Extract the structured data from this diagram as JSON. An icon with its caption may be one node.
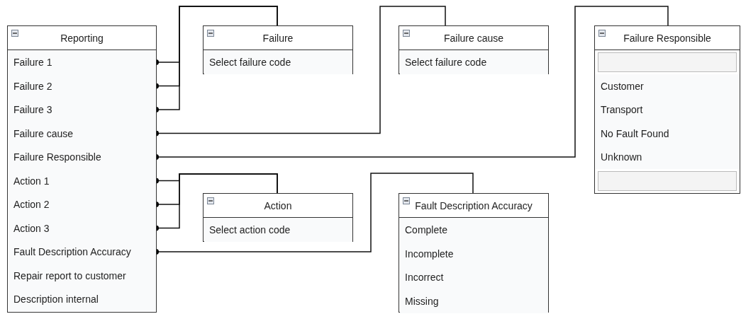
{
  "diagram": {
    "nodes": [
      {
        "text": [
          "Reporting"
        ]
      },
      {
        "text": [
          "Failure 1"
        ],
        "in": 0
      },
      {
        "text": [
          "Failure 2"
        ],
        "in": 0
      },
      {
        "text": [
          "Failure 3"
        ],
        "in": 0
      },
      {
        "text": [
          "Failure cause"
        ],
        "in": 0
      },
      {
        "text": [
          "Failure Responsible"
        ],
        "in": 0
      },
      {
        "text": [
          "Action 1"
        ],
        "in": 0
      },
      {
        "text": [
          "Action 2"
        ],
        "in": 0
      },
      {
        "text": [
          "Action 3"
        ],
        "in": 0
      },
      {
        "text": [
          "Fault Description Accuracy"
        ],
        "in": 0
      },
      {
        "text": [
          "Repair report to customer"
        ],
        "in": 0
      },
      {
        "text": [
          "Description internal"
        ],
        "in": 0
      },
      {
        "text": [
          "Failure"
        ]
      },
      {
        "text": [
          "Select failure code"
        ],
        "in": 12
      },
      {
        "text": [
          "Failure cause"
        ]
      },
      {
        "text": [
          "Select failure code"
        ],
        "in": 14
      },
      {
        "text": [
          "Failure Responsible"
        ]
      },
      {
        "text": [],
        "shape": "box",
        "in": 16
      },
      {
        "text": [
          "Customer"
        ],
        "in": 16
      },
      {
        "text": [
          "Transport"
        ],
        "in": 16
      },
      {
        "text": [
          "No Fault Found"
        ],
        "in": 16
      },
      {
        "text": [
          "Unknown"
        ],
        "in": 16
      },
      {
        "text": [],
        "shape": "box",
        "in": 16
      },
      {
        "text": [
          "Action"
        ]
      },
      {
        "text": [
          "Select action code"
        ],
        "in": 23
      },
      {
        "text": [
          "Fault Description Accuracy"
        ]
      },
      {
        "text": [
          "Complete"
        ],
        "in": 25
      },
      {
        "text": [
          "Incomplete"
        ],
        "in": 25
      },
      {
        "text": [
          "Incorrect"
        ],
        "in": 25
      },
      {
        "text": [
          "Missing"
        ],
        "in": 25
      }
    ],
    "edges": [
      {
        "from": 1,
        "to": 12,
        "arrow": "other"
      },
      {
        "from": 2,
        "to": 12,
        "arrow": "other"
      },
      {
        "from": 3,
        "to": 12,
        "arrow": "other"
      },
      {
        "from": 4,
        "to": 14,
        "arrow": "other"
      },
      {
        "from": 5,
        "to": 16,
        "arrow": "other"
      },
      {
        "from": 6,
        "to": 23,
        "arrow": "other"
      },
      {
        "from": 7,
        "to": 23,
        "arrow": "other"
      },
      {
        "from": 8,
        "to": 23,
        "arrow": "other"
      },
      {
        "from": 9,
        "to": 25,
        "arrow": "other"
      }
    ]
  }
}
